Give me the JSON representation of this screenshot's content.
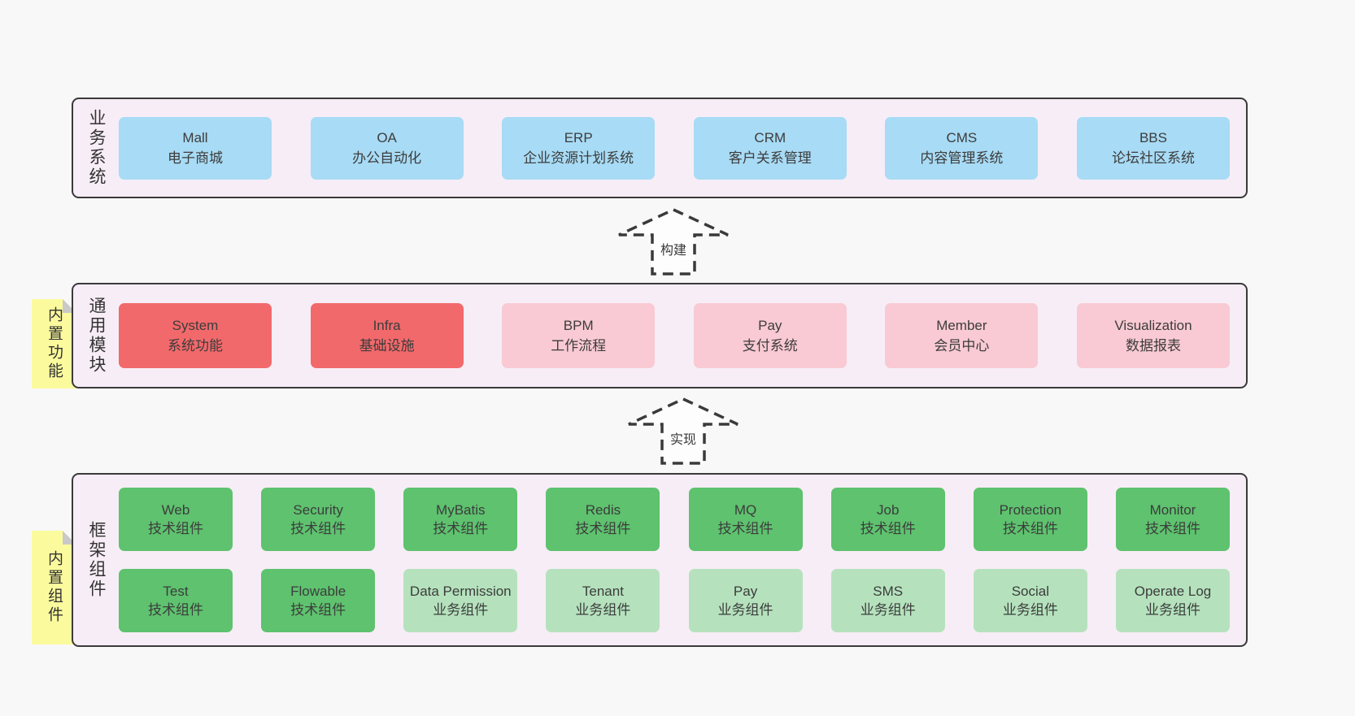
{
  "colors": {
    "blue": "#a8dbf5",
    "red": "#f2696b",
    "pink": "#f9cad3",
    "green": "#5ec26e",
    "lightgreen": "#b5e2bd",
    "container_bg": "#f7edf6",
    "sticky_bg": "#fbfb9e",
    "page_bg": "#f8f8f8"
  },
  "arrows": [
    {
      "label": "构建"
    },
    {
      "label": "实现"
    }
  ],
  "layers": [
    {
      "label": "业务系统",
      "rows": [
        {
          "boxes": [
            {
              "name": "Mall",
              "subtitle": "电子商城",
              "color": "blue"
            },
            {
              "name": "OA",
              "subtitle": "办公自动化",
              "color": "blue"
            },
            {
              "name": "ERP",
              "subtitle": "企业资源计划系统",
              "color": "blue"
            },
            {
              "name": "CRM",
              "subtitle": "客户关系管理",
              "color": "blue"
            },
            {
              "name": "CMS",
              "subtitle": "内容管理系统",
              "color": "blue"
            },
            {
              "name": "BBS",
              "subtitle": "论坛社区系统",
              "color": "blue"
            }
          ]
        }
      ]
    },
    {
      "label": "通用模块",
      "sticky": "内置功能",
      "rows": [
        {
          "boxes": [
            {
              "name": "System",
              "subtitle": "系统功能",
              "color": "red"
            },
            {
              "name": "Infra",
              "subtitle": "基础设施",
              "color": "red"
            },
            {
              "name": "BPM",
              "subtitle": "工作流程",
              "color": "pink"
            },
            {
              "name": "Pay",
              "subtitle": "支付系统",
              "color": "pink"
            },
            {
              "name": "Member",
              "subtitle": "会员中心",
              "color": "pink"
            },
            {
              "name": "Visualization",
              "subtitle": "数据报表",
              "color": "pink"
            }
          ]
        }
      ]
    },
    {
      "label": "框架组件",
      "sticky": "内置组件",
      "rows": [
        {
          "boxes": [
            {
              "name": "Web",
              "subtitle": "技术组件",
              "color": "green"
            },
            {
              "name": "Security",
              "subtitle": "技术组件",
              "color": "green"
            },
            {
              "name": "MyBatis",
              "subtitle": "技术组件",
              "color": "green"
            },
            {
              "name": "Redis",
              "subtitle": "技术组件",
              "color": "green"
            },
            {
              "name": "MQ",
              "subtitle": "技术组件",
              "color": "green"
            },
            {
              "name": "Job",
              "subtitle": "技术组件",
              "color": "green"
            },
            {
              "name": "Protection",
              "subtitle": "技术组件",
              "color": "green"
            },
            {
              "name": "Monitor",
              "subtitle": "技术组件",
              "color": "green"
            }
          ]
        },
        {
          "boxes": [
            {
              "name": "Test",
              "subtitle": "技术组件",
              "color": "green"
            },
            {
              "name": "Flowable",
              "subtitle": "技术组件",
              "color": "green"
            },
            {
              "name": "Data Permission",
              "subtitle": "业务组件",
              "color": "lightgreen"
            },
            {
              "name": "Tenant",
              "subtitle": "业务组件",
              "color": "lightgreen"
            },
            {
              "name": "Pay",
              "subtitle": "业务组件",
              "color": "lightgreen"
            },
            {
              "name": "SMS",
              "subtitle": "业务组件",
              "color": "lightgreen"
            },
            {
              "name": "Social",
              "subtitle": "业务组件",
              "color": "lightgreen"
            },
            {
              "name": "Operate Log",
              "subtitle": "业务组件",
              "color": "lightgreen"
            }
          ]
        }
      ]
    }
  ]
}
